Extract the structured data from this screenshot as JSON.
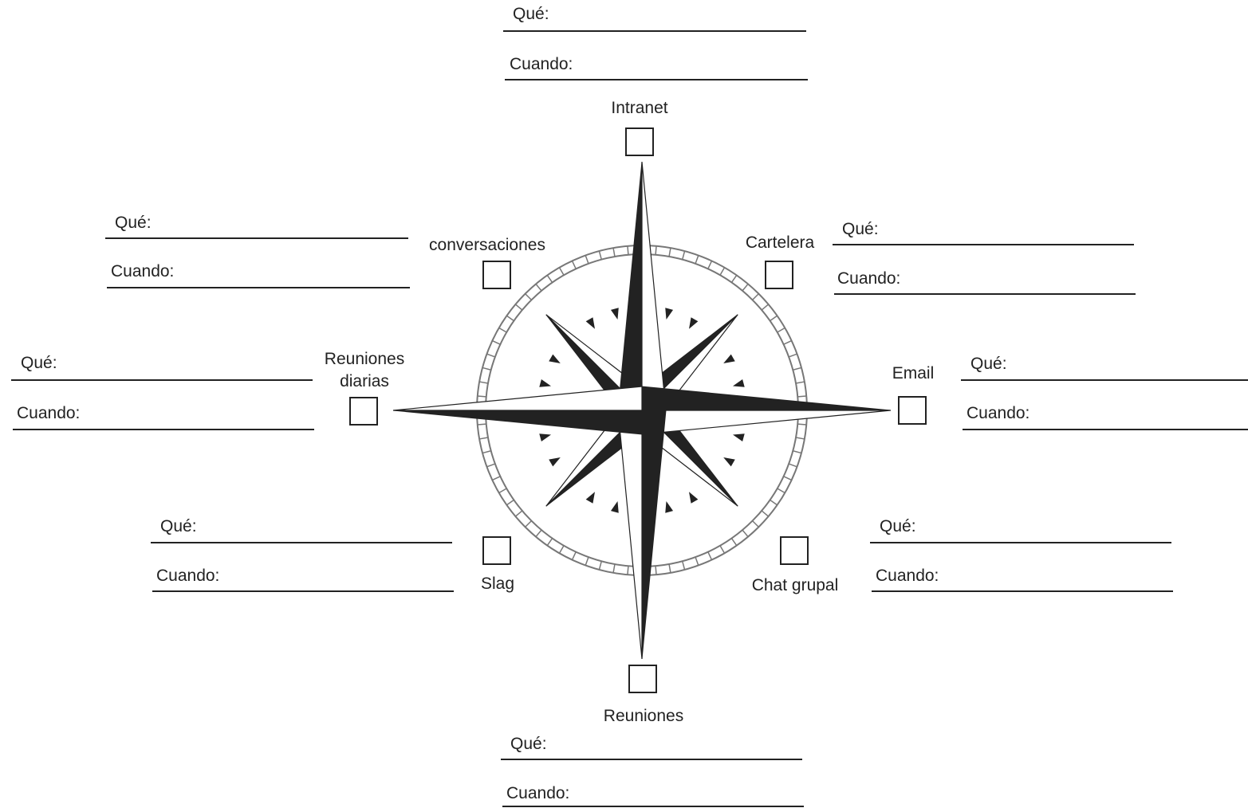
{
  "field_labels": {
    "what": "Qué:",
    "when": "Cuando:"
  },
  "channels": {
    "north": {
      "label": "Intranet"
    },
    "northwest": {
      "label": "conversaciones"
    },
    "northeast": {
      "label": "Cartelera"
    },
    "west": {
      "label": "Reuniones\ndiarias"
    },
    "east": {
      "label": "Email"
    },
    "southwest": {
      "label": "Slag"
    },
    "southeast": {
      "label": "Chat grupal"
    },
    "south": {
      "label": "Reuniones"
    }
  },
  "colors": {
    "ink": "#222222",
    "paper": "#ffffff",
    "ring": "#777777"
  },
  "icons": {
    "compass": "compass-rose-icon",
    "checkbox": "checkbox-icon"
  }
}
